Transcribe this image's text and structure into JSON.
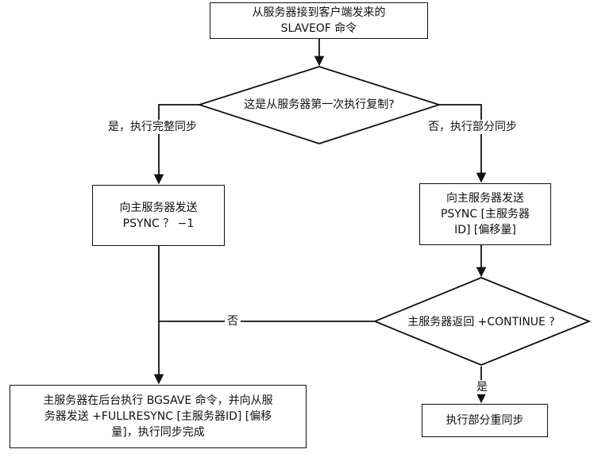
{
  "nodes": {
    "start": {
      "line1": "从服务器接到客户端发来的",
      "line2": "SLAVEOF 命令"
    },
    "first_sync_question": "这是从服务器第一次执行复制?",
    "full_request": {
      "line1": "向主服务器发送",
      "line2": "PSYNC ？ −1"
    },
    "partial_request": {
      "line1": "向主服务器发送",
      "line2": "PSYNC [主服务器",
      "line3": "ID] [偏移量]"
    },
    "continue_question": "主服务器返回 +CONTINUE ?",
    "full_sync": {
      "line1": "主服务器在后台执行 BGSAVE 命令，并向从服",
      "line2": "务器发送 +FULLRESYNC [主服务器ID] [偏移",
      "line3": "量]，执行同步完成"
    },
    "partial_sync": "执行部分重同步"
  },
  "edge_labels": {
    "yes_full": "是，执行完整同步",
    "no_partial": "否，执行部分同步",
    "no": "否",
    "yes": "是"
  },
  "colors": {
    "stroke": "#111111",
    "background": "#ffffff"
  }
}
